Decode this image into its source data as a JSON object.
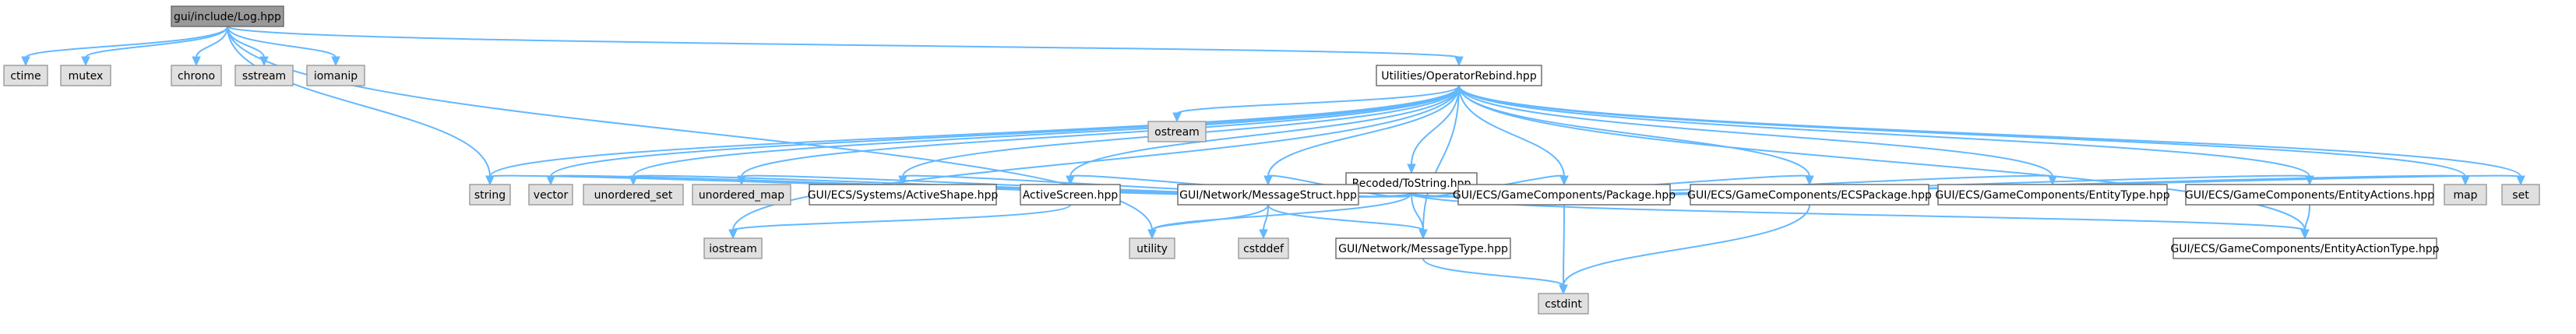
{
  "colors": {
    "edge": "#63b8ff",
    "root_fill": "#999999",
    "header_fill": "#ffffff",
    "header_border": "#666666",
    "system_fill": "#e0e0e0",
    "system_border": "#999999"
  },
  "nodes": [
    {
      "id": "log",
      "label": "gui/include/Log.hpp",
      "kind": "root"
    },
    {
      "id": "ctime",
      "label": "ctime",
      "kind": "system"
    },
    {
      "id": "mutex",
      "label": "mutex",
      "kind": "system"
    },
    {
      "id": "chrono",
      "label": "chrono",
      "kind": "system"
    },
    {
      "id": "sstream",
      "label": "sstream",
      "kind": "system"
    },
    {
      "id": "iomanip",
      "label": "iomanip",
      "kind": "system"
    },
    {
      "id": "oprebind",
      "label": "Utilities/OperatorRebind.hpp",
      "kind": "header"
    },
    {
      "id": "ostream",
      "label": "ostream",
      "kind": "system"
    },
    {
      "id": "tostring",
      "label": "Recoded/ToString.hpp",
      "kind": "header"
    },
    {
      "id": "string",
      "label": "string",
      "kind": "system"
    },
    {
      "id": "vector",
      "label": "vector",
      "kind": "system"
    },
    {
      "id": "uset",
      "label": "unordered_set",
      "kind": "system"
    },
    {
      "id": "umap",
      "label": "unordered_map",
      "kind": "system"
    },
    {
      "id": "activeshape",
      "label": "GUI/ECS/Systems/ActiveShape.hpp",
      "kind": "header"
    },
    {
      "id": "activescreen",
      "label": "ActiveScreen.hpp",
      "kind": "header"
    },
    {
      "id": "msgstruct",
      "label": "GUI/Network/MessageStruct.hpp",
      "kind": "header"
    },
    {
      "id": "package",
      "label": "GUI/ECS/GameComponents/Package.hpp",
      "kind": "header"
    },
    {
      "id": "ecspackage",
      "label": "GUI/ECS/GameComponents/ECSPackage.hpp",
      "kind": "header"
    },
    {
      "id": "entitytype",
      "label": "GUI/ECS/GameComponents/EntityType.hpp",
      "kind": "header"
    },
    {
      "id": "entityactions",
      "label": "GUI/ECS/GameComponents/EntityActions.hpp",
      "kind": "header"
    },
    {
      "id": "map",
      "label": "map",
      "kind": "system"
    },
    {
      "id": "set",
      "label": "set",
      "kind": "system"
    },
    {
      "id": "iostream",
      "label": "iostream",
      "kind": "system"
    },
    {
      "id": "utility",
      "label": "utility",
      "kind": "system"
    },
    {
      "id": "cstddef",
      "label": "cstddef",
      "kind": "system"
    },
    {
      "id": "msgtype",
      "label": "GUI/Network/MessageType.hpp",
      "kind": "header"
    },
    {
      "id": "entityactiontype",
      "label": "GUI/ECS/GameComponents/EntityActionType.hpp",
      "kind": "header"
    },
    {
      "id": "cstdint",
      "label": "cstdint",
      "kind": "system"
    }
  ],
  "edges": [
    [
      "log",
      "ctime"
    ],
    [
      "log",
      "mutex"
    ],
    [
      "log",
      "chrono"
    ],
    [
      "log",
      "sstream"
    ],
    [
      "log",
      "iomanip"
    ],
    [
      "log",
      "string"
    ],
    [
      "log",
      "utility"
    ],
    [
      "log",
      "oprebind"
    ],
    [
      "oprebind",
      "ostream"
    ],
    [
      "oprebind",
      "tostring"
    ],
    [
      "oprebind",
      "iostream"
    ],
    [
      "oprebind",
      "string"
    ],
    [
      "oprebind",
      "vector"
    ],
    [
      "oprebind",
      "uset"
    ],
    [
      "oprebind",
      "umap"
    ],
    [
      "oprebind",
      "activeshape"
    ],
    [
      "oprebind",
      "activescreen"
    ],
    [
      "oprebind",
      "msgstruct"
    ],
    [
      "oprebind",
      "package"
    ],
    [
      "oprebind",
      "ecspackage"
    ],
    [
      "oprebind",
      "entitytype"
    ],
    [
      "oprebind",
      "entityactions"
    ],
    [
      "oprebind",
      "map"
    ],
    [
      "oprebind",
      "set"
    ],
    [
      "oprebind",
      "msgtype"
    ],
    [
      "oprebind",
      "entityactiontype"
    ],
    [
      "tostring",
      "string"
    ],
    [
      "tostring",
      "vector"
    ],
    [
      "tostring",
      "uset"
    ],
    [
      "tostring",
      "umap"
    ],
    [
      "tostring",
      "activeshape"
    ],
    [
      "tostring",
      "activescreen"
    ],
    [
      "tostring",
      "msgstruct"
    ],
    [
      "tostring",
      "package"
    ],
    [
      "tostring",
      "ecspackage"
    ],
    [
      "tostring",
      "entitytype"
    ],
    [
      "tostring",
      "entityactions"
    ],
    [
      "tostring",
      "map"
    ],
    [
      "tostring",
      "set"
    ],
    [
      "tostring",
      "utility"
    ],
    [
      "tostring",
      "msgtype"
    ],
    [
      "tostring",
      "entityactiontype"
    ],
    [
      "activescreen",
      "iostream"
    ],
    [
      "msgstruct",
      "utility"
    ],
    [
      "msgstruct",
      "cstddef"
    ],
    [
      "msgstruct",
      "msgtype"
    ],
    [
      "msgtype",
      "cstdint"
    ],
    [
      "package",
      "cstdint"
    ],
    [
      "ecspackage",
      "cstdint"
    ],
    [
      "entityactions",
      "entityactiontype"
    ]
  ]
}
